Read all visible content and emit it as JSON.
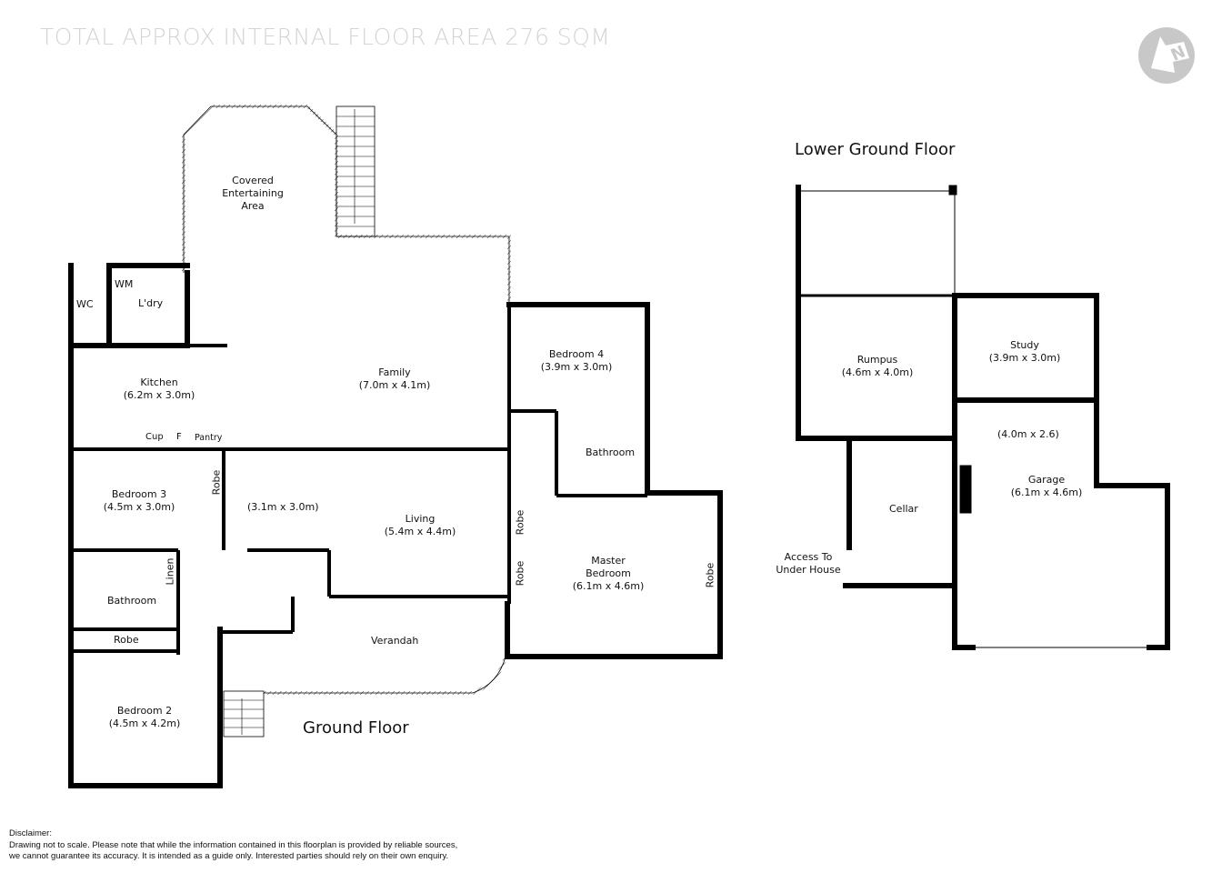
{
  "header": {
    "title": "TOTAL APPROX INTERNAL FLOOR AREA  276 SQM",
    "compass_icon": "north-arrow-icon",
    "compass_letter": "N"
  },
  "ground_floor": {
    "label": "Ground Floor",
    "rooms": {
      "covered_entertaining": {
        "name": "Covered\nEntertaining\nArea",
        "line1": "Covered",
        "line2": "Entertaining",
        "line3": "Area"
      },
      "wc": {
        "name": "WC"
      },
      "wm": {
        "name": "WM"
      },
      "laundry": {
        "name": "L'dry"
      },
      "kitchen": {
        "name": "Kitchen",
        "size": "(6.2m x 3.0m)"
      },
      "cupboard": {
        "name": "Cup"
      },
      "fridge": {
        "name": "F"
      },
      "pantry": {
        "name": "Pantry"
      },
      "family": {
        "name": "Family",
        "size": "(7.0m x 4.1m)"
      },
      "bedroom4": {
        "name": "Bedroom 4",
        "size": "(3.9m x 3.0m)"
      },
      "ensuite": {
        "name": "Bathroom"
      },
      "bedroom3": {
        "name": "Bedroom 3",
        "size": "(4.5m x 3.0m)"
      },
      "bedroom3_robe": {
        "name": "Robe"
      },
      "dining": {
        "size": "(3.1m x 3.0m)"
      },
      "living": {
        "name": "Living",
        "size": "(5.4m x 4.4m)"
      },
      "master_robe1": {
        "name": "Robe"
      },
      "master_robe2": {
        "name": "Robe"
      },
      "master": {
        "line1": "Master",
        "line2": "Bedroom",
        "size": "(6.1m x 4.6m)"
      },
      "master_robe3": {
        "name": "Robe"
      },
      "linen": {
        "name": "Linen"
      },
      "bathroom": {
        "name": "Bathroom"
      },
      "bedroom2_robe": {
        "name": "Robe"
      },
      "verandah": {
        "name": "Verandah"
      },
      "bedroom2": {
        "name": "Bedroom 2",
        "size": "(4.5m x 4.2m)"
      }
    }
  },
  "lower_ground_floor": {
    "label": "Lower Ground Floor",
    "rooms": {
      "rumpus": {
        "name": "Rumpus",
        "size": "(4.6m x 4.0m)"
      },
      "study": {
        "name": "Study",
        "size": "(3.9m x 3.0m)"
      },
      "storage": {
        "size": "(4.0m x 2.6)"
      },
      "garage": {
        "name": "Garage",
        "size": "(6.1m x 4.6m)"
      },
      "cellar": {
        "name": "Cellar"
      },
      "access": {
        "line1": "Access To",
        "line2": "Under House"
      }
    }
  },
  "disclaimer": {
    "heading": "Disclaimer:",
    "line1": "Drawing not to scale. Please note that while the information contained in this floorplan is provided by reliable sources,",
    "line2": "we cannot guarantee its accuracy. It is intended as a guide only. Interested parties should rely on their  own enquiry."
  }
}
